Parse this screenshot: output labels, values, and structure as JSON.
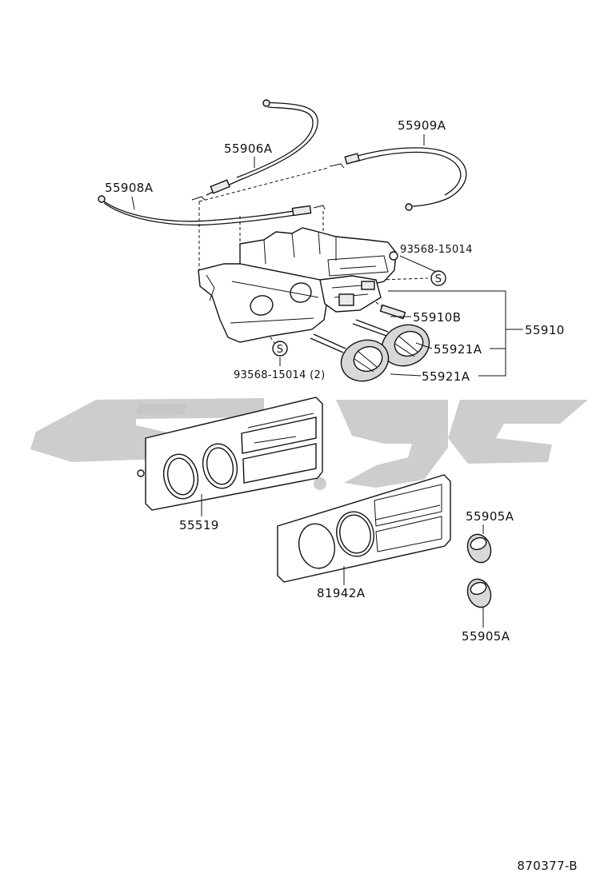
{
  "watermark": {
    "color": "#bdbdbd"
  },
  "labels": {
    "p55906A": "55906A",
    "p55909A": "55909A",
    "p55908A": "55908A",
    "p93568_top": "93568-15014",
    "p55910B": "55910B",
    "p55910": "55910",
    "p55921A_a": "55921A",
    "p55921A_b": "55921A",
    "p93568_bottom": "93568-15014 (2)",
    "p55519": "55519",
    "p81942A": "81942A",
    "p55905A_a": "55905A",
    "p55905A_b": "55905A",
    "s_symbol": "S"
  },
  "diagram_code": "870377-B"
}
